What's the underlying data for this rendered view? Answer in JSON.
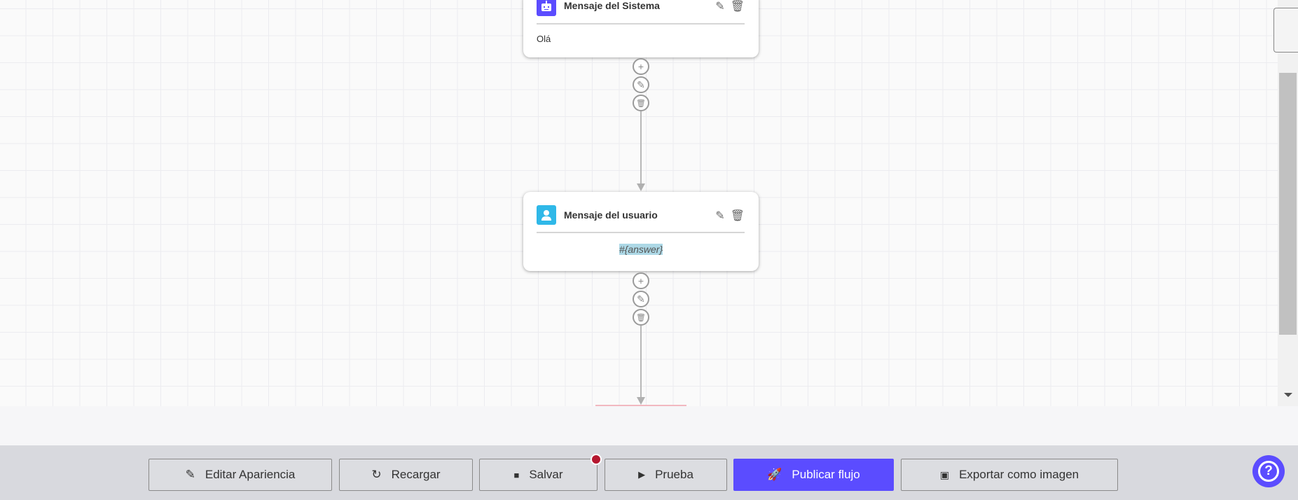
{
  "nodes": [
    {
      "type": "system",
      "title": "Mensaje del Sistema",
      "content": "Olá",
      "icon": "robot-icon",
      "color": "#5b4cff"
    },
    {
      "type": "user",
      "title": "Mensaje del usuario",
      "content": "#{answer}",
      "icon": "user-icon",
      "color": "#2fb8e8"
    }
  ],
  "toolbar": {
    "edit_appearance": "Editar Apariencia",
    "reload": "Recargar",
    "save": "Salvar",
    "test": "Prueba",
    "publish": "Publicar flujo",
    "export": "Exportar como imagen",
    "accent": "#5b4cff",
    "unsaved_indicator_color": "#b5172f"
  },
  "help": {
    "label": "?"
  }
}
